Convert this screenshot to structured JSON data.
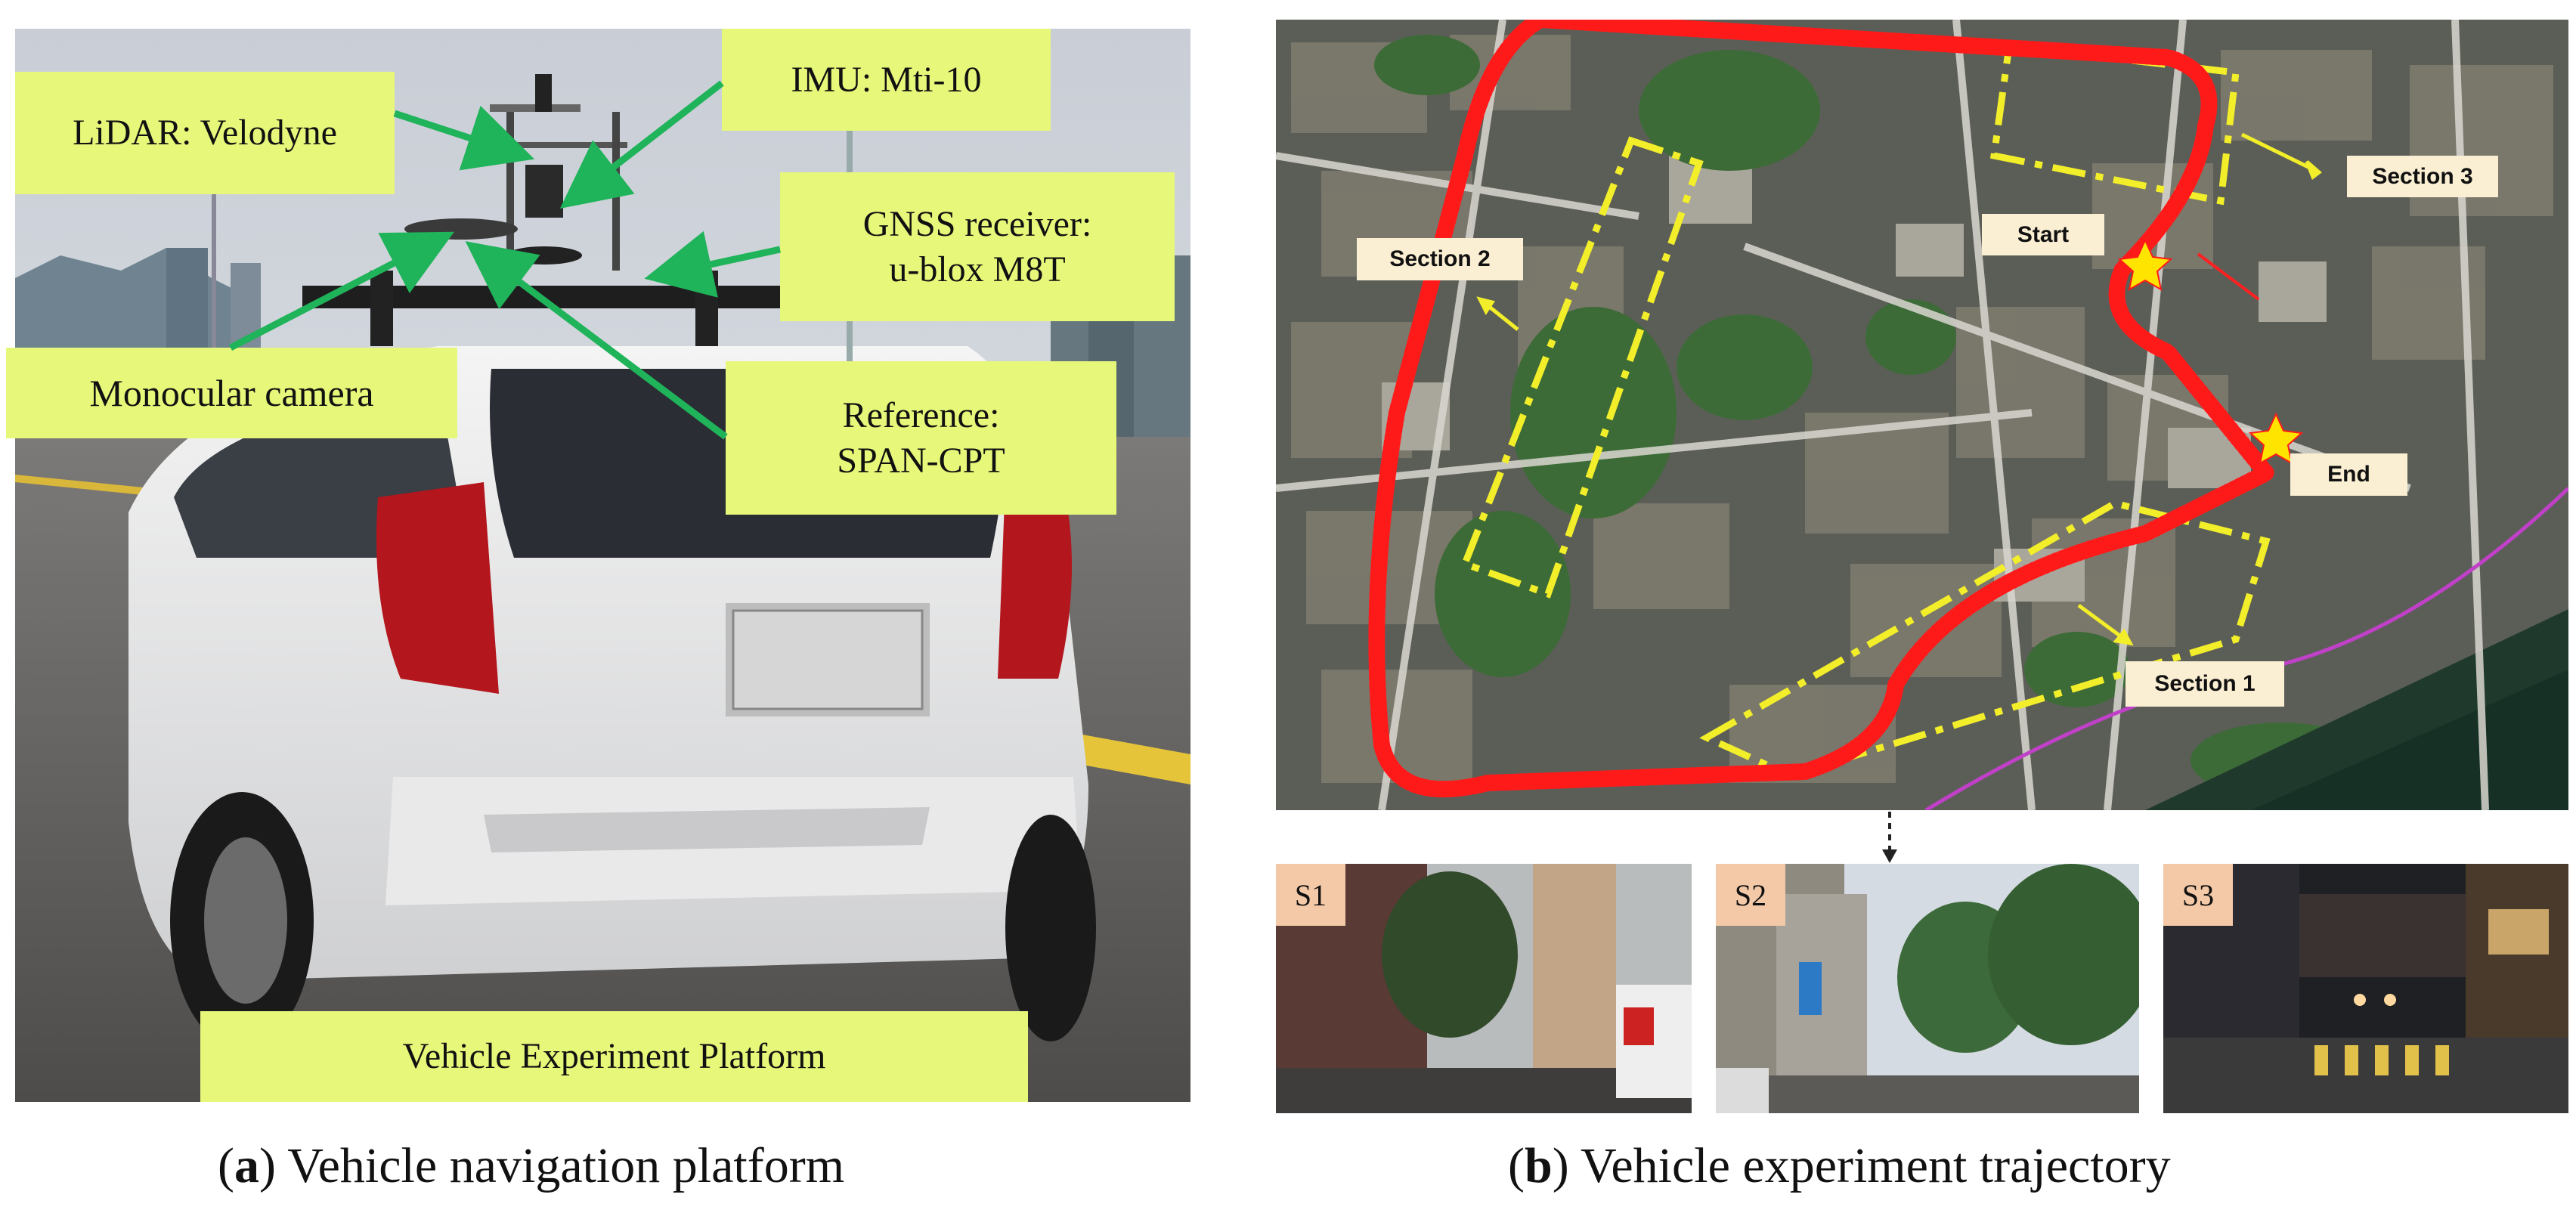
{
  "panel_a": {
    "labels": {
      "lidar": "LiDAR:  Velodyne",
      "imu": "IMU:  Mti-10",
      "gnss_line1": "GNSS receiver:",
      "gnss_line2": "u-blox M8T",
      "camera": "Monocular camera",
      "reference_line1": "Reference:",
      "reference_line2": "SPAN-CPT",
      "platform": "Vehicle Experiment Platform"
    },
    "caption_letter": "a",
    "caption_text": "Vehicle navigation platform",
    "colors": {
      "label_bg": "#e7f77a",
      "arrow": "#1fb35a"
    }
  },
  "panel_b": {
    "map_labels": {
      "section1": "Section 1",
      "section2": "Section 2",
      "section3": "Section 3",
      "start": "Start",
      "end": "End"
    },
    "thumbnails": [
      "S1",
      "S2",
      "S3"
    ],
    "caption_letter": "b",
    "caption_text": "Vehicle experiment trajectory",
    "colors": {
      "trajectory": "#ff1a1a",
      "section_box": "#f2ee2a",
      "map_label_bg": "#fbefd3"
    }
  }
}
